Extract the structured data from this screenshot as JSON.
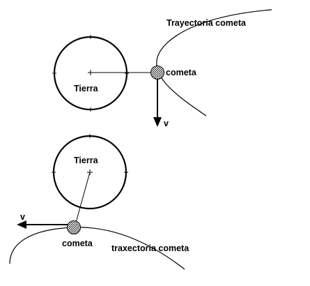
{
  "diagram_top": {
    "planet_label": "Tierra",
    "comet_label": "cometa",
    "trajectory_label": "Trayectoria cometa",
    "velocity_label": "v"
  },
  "diagram_bottom": {
    "planet_label": "Tierra",
    "comet_label": "cometa",
    "trajectory_label": "traxectoria cometa",
    "velocity_label": "v"
  }
}
